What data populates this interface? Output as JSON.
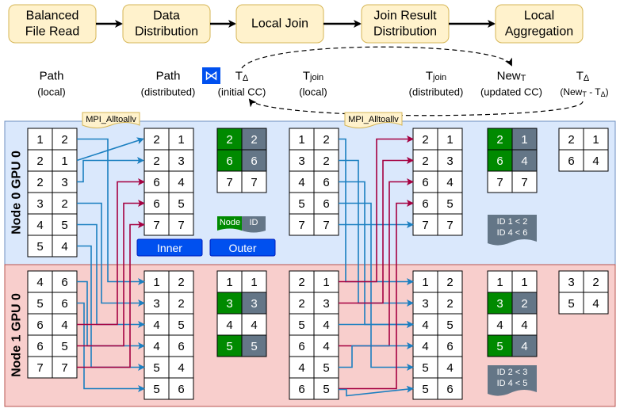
{
  "stages": [
    "Balanced\nFile Read",
    "Data\nDistribution",
    "Local Join",
    "Join Result\nDistribution",
    "Local\nAggregation"
  ],
  "headers": [
    {
      "id": "path-local",
      "lines": [
        "Path",
        "(local)"
      ]
    },
    {
      "id": "path-dist",
      "lines": [
        "Path",
        "(distributed)"
      ]
    },
    {
      "id": "tdelta",
      "lines": [
        "TΔ",
        "(initial CC)"
      ]
    },
    {
      "id": "tjoin-local",
      "lines": [
        "Tjoin",
        "(local)"
      ]
    },
    {
      "id": "tjoin-dist",
      "lines": [
        "Tjoin",
        "(distributed)"
      ]
    },
    {
      "id": "newt",
      "lines": [
        "NewT",
        "(updated CC)"
      ]
    },
    {
      "id": "tdelta2",
      "lines": [
        "TΔ",
        "(NewT - TΔ)"
      ]
    }
  ],
  "join_symbol": "⋈",
  "mpi_label": "MPI_Alltoallv",
  "node_labels": [
    "Node 0 GPU 0",
    "Node 1 GPU 0"
  ],
  "legend": {
    "inner": "Inner",
    "outer": "Outer",
    "node": "Node",
    "id": "ID"
  },
  "notes": {
    "top": [
      "ID 1 < 2",
      "ID 4 < 6"
    ],
    "bottom": [
      "ID 2 < 3",
      "ID 4 < 5"
    ]
  },
  "tables": {
    "path_local_n0": [
      [
        "1",
        "2"
      ],
      [
        "2",
        "1"
      ],
      [
        "2",
        "3"
      ],
      [
        "3",
        "2"
      ],
      [
        "4",
        "5"
      ],
      [
        "5",
        "4"
      ]
    ],
    "path_local_n1": [
      [
        "4",
        "6"
      ],
      [
        "5",
        "6"
      ],
      [
        "6",
        "4"
      ],
      [
        "6",
        "5"
      ],
      [
        "7",
        "7"
      ]
    ],
    "path_dist_n0": [
      [
        "2",
        "1"
      ],
      [
        "2",
        "3"
      ],
      [
        "6",
        "4"
      ],
      [
        "6",
        "5"
      ],
      [
        "7",
        "7"
      ]
    ],
    "path_dist_n1": [
      [
        "1",
        "2"
      ],
      [
        "3",
        "2"
      ],
      [
        "4",
        "5"
      ],
      [
        "4",
        "6"
      ],
      [
        "5",
        "4"
      ],
      [
        "5",
        "6"
      ]
    ],
    "tdelta_n0": [
      [
        "2",
        "2"
      ],
      [
        "6",
        "6"
      ],
      [
        "7",
        "7"
      ]
    ],
    "tdelta_n1": [
      [
        "1",
        "1"
      ],
      [
        "3",
        "3"
      ],
      [
        "4",
        "4"
      ],
      [
        "5",
        "5"
      ]
    ],
    "tjoin_local_n0": [
      [
        "1",
        "2"
      ],
      [
        "3",
        "2"
      ],
      [
        "4",
        "6"
      ],
      [
        "5",
        "6"
      ],
      [
        "7",
        "7"
      ]
    ],
    "tjoin_local_n1": [
      [
        "2",
        "1"
      ],
      [
        "2",
        "3"
      ],
      [
        "5",
        "4"
      ],
      [
        "6",
        "4"
      ],
      [
        "4",
        "5"
      ],
      [
        "6",
        "5"
      ]
    ],
    "tjoin_dist_n0": [
      [
        "2",
        "1"
      ],
      [
        "2",
        "3"
      ],
      [
        "6",
        "4"
      ],
      [
        "6",
        "5"
      ],
      [
        "7",
        "7"
      ]
    ],
    "tjoin_dist_n1": [
      [
        "1",
        "2"
      ],
      [
        "3",
        "2"
      ],
      [
        "4",
        "5"
      ],
      [
        "4",
        "6"
      ],
      [
        "5",
        "4"
      ],
      [
        "5",
        "6"
      ]
    ],
    "newt_n0": [
      [
        "2",
        "1"
      ],
      [
        "6",
        "4"
      ],
      [
        "7",
        "7"
      ]
    ],
    "newt_n1": [
      [
        "1",
        "1"
      ],
      [
        "3",
        "2"
      ],
      [
        "4",
        "4"
      ],
      [
        "5",
        "4"
      ]
    ],
    "tdelta2_n0": [
      [
        "2",
        "1"
      ],
      [
        "6",
        "4"
      ]
    ],
    "tdelta2_n1": [
      [
        "3",
        "2"
      ],
      [
        "5",
        "4"
      ]
    ]
  },
  "colors": {
    "stage_fill": "#fff2cc",
    "stage_stroke": "#d6b656",
    "node0_bg": "#dae8fc",
    "node0_stroke": "#6c8ebf",
    "node1_bg": "#f8cecc",
    "node1_stroke": "#b85450",
    "green": "#008a00",
    "slate": "#647687",
    "blue_btn": "#0050ef",
    "arrow_blue": "#1b7fc0",
    "arrow_red": "#a50040"
  }
}
